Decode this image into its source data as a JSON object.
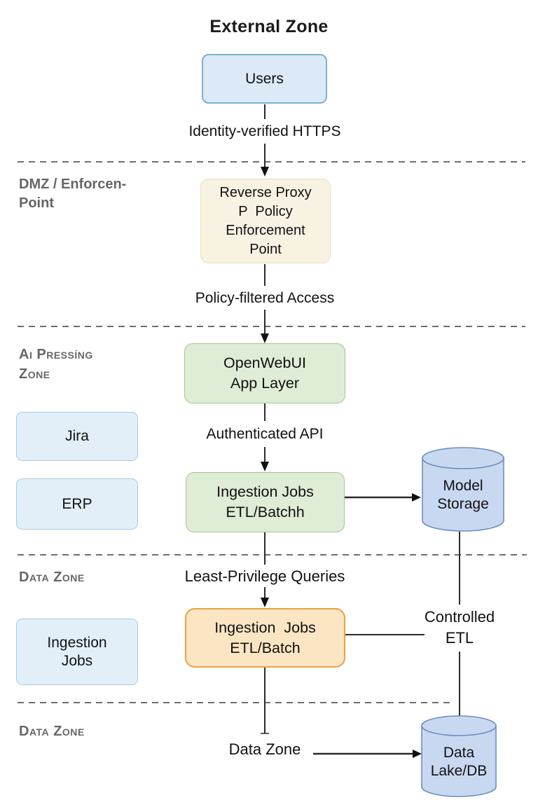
{
  "title": "External Zone",
  "zones": {
    "dmz": {
      "line1": "DMZ / Enforcen-",
      "line2": "Point"
    },
    "ai": {
      "line1": "Ai Pressíng",
      "line2": "Zone"
    },
    "data1": {
      "label": "Data Zone"
    },
    "data2": {
      "label": "Data Zone"
    }
  },
  "nodes": {
    "users": {
      "label": "Users"
    },
    "reverse_proxy": {
      "line1": "Reverse Proxy",
      "line2": "P  Policy",
      "line3": "Enforcement",
      "line4": "Point"
    },
    "openwebui": {
      "line1": "OpenWebUI",
      "line2": "App Layer"
    },
    "jira": {
      "label": "Jira"
    },
    "erp": {
      "label": "ERP"
    },
    "ingestion_green": {
      "line1": "Ingestion Jobs",
      "line2": "ETL/Batchh"
    },
    "ingestion_orange": {
      "line1": "Ingestion  Jobs",
      "line2": "ETL/Batch"
    },
    "ingestion_left": {
      "line1": "Ingestion",
      "line2": "Jobs"
    },
    "model_storage": {
      "line1": "Model",
      "line2": "Storage"
    },
    "data_lake": {
      "line1": "Data",
      "line2": "Lake/DB"
    }
  },
  "edges": {
    "identity_https": "Identity-verified HTTPS",
    "policy_filtered": "Policy-filtered Access",
    "authenticated_api": "Authenticated API",
    "least_privilege": "Least-Privilege Queries",
    "controlled_etl": {
      "line1": "Controlled",
      "line2": "ETL"
    },
    "data_zone": "Data Zone"
  },
  "colors": {
    "blue_node_fill": "#dbeaf6",
    "blue_node_border": "#7cb0d4",
    "light_blue_fill": "#e2eff9",
    "light_blue_border": "#a6cbe6",
    "cream_fill": "#f8f2e3",
    "cream_border": "#eadfc4",
    "green_fill": "#dfecd6",
    "green_border": "#a2c694",
    "orange_fill": "#fce5c2",
    "orange_border": "#e8a33d",
    "cylinder_fill": "#c9d8f1",
    "cylinder_border": "#6c8ebf",
    "zone_label_text": "#666666",
    "dashed_line": "#6e6e6e",
    "connector": "#2b2b2b"
  }
}
